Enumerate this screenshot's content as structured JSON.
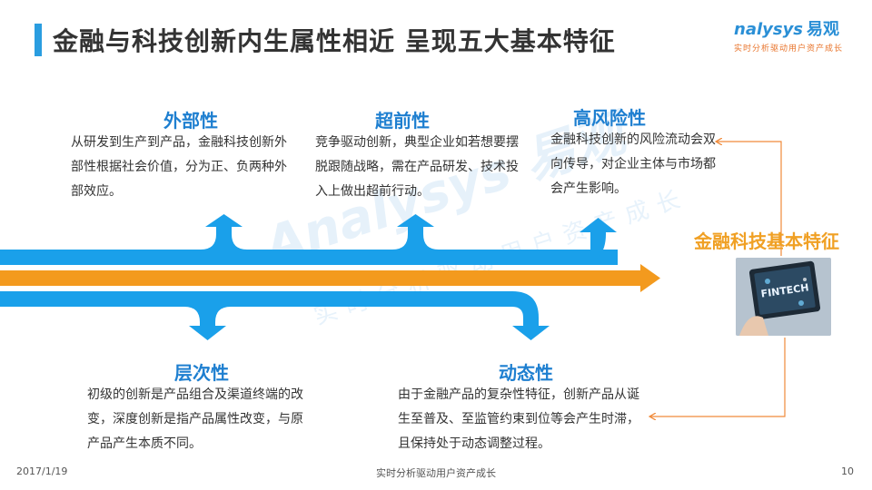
{
  "title": "金融与科技创新内生属性相近  呈现五大基本特征",
  "logo": {
    "brand": "nalysys",
    "brand_cn": "易观",
    "tagline": "实时分析驱动用户资产成长"
  },
  "watermark": {
    "brand": "Analysys 易观",
    "tagline": "实时分析驱动用户资产成长"
  },
  "features": {
    "externality": {
      "title": "外部性",
      "desc": "从研发到生产到产品，金融科技创新外部性根据社会价值，分为正、负两种外部效应。"
    },
    "advanced": {
      "title": "超前性",
      "desc": "竞争驱动创新，典型企业如若想要摆脱跟随战略，需在产品研发、技术投入上做出超前行动。"
    },
    "high_risk": {
      "title": "高风险性",
      "desc": "金融科技创新的风险流动会双向传导，对企业主体与市场都会产生影响。"
    },
    "hierarchy": {
      "title": "层次性",
      "desc": "初级的创新是产品组合及渠道终端的改变，深度创新是指产品属性改变，与原产品产生本质不同。"
    },
    "dynamic": {
      "title": "动态性",
      "desc": "由于金融产品的复杂性特征，创新产品从诞生至普及、至监管约束到位等会产生时滞，且保持处于动态调整过程。"
    }
  },
  "core": {
    "label": "金融科技基本特征",
    "image_text": "FINTECH"
  },
  "colors": {
    "blue": "#1aa0ea",
    "orange": "#f39a1e",
    "title_blue": "#1e7fd0",
    "core_orange": "#f0a024"
  },
  "footer": {
    "date": "2017/1/19",
    "center": "实时分析驱动用户资产成长",
    "page": "10"
  }
}
